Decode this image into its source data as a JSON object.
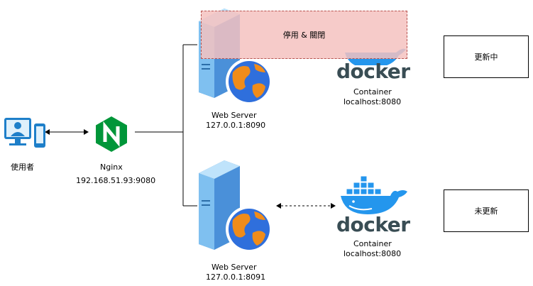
{
  "nodes": {
    "user": {
      "label": "使用者"
    },
    "nginx": {
      "name": "Nginx",
      "address": "192.168.51.93:9080"
    },
    "server1": {
      "name": "Web Server",
      "address": "127.0.0.1:8090"
    },
    "server2": {
      "name": "Web Server",
      "address": "127.0.0.1:8091"
    },
    "container1": {
      "logo": "docker",
      "name": "Container",
      "address": "localhost:8080"
    },
    "container2": {
      "logo": "docker",
      "name": "Container",
      "address": "localhost:8080"
    }
  },
  "overlay": {
    "label": "停用 & 關閉"
  },
  "status": {
    "top": "更新中",
    "bottom": "未更新"
  },
  "colors": {
    "nginx_green": "#009639",
    "docker_blue": "#2496ed",
    "docker_text": "#394d54",
    "server_blue": "#5aa9e6",
    "globe_orange": "#f08c1a",
    "globe_blue": "#2f6fdc",
    "user_icon": "#1e7fc9",
    "overlay_fill": "#f4c2c0",
    "overlay_border": "#b85450"
  },
  "icons": [
    "user-monitor-icon",
    "nginx-icon",
    "web-server-icon",
    "globe-icon",
    "docker-whale-icon"
  ]
}
